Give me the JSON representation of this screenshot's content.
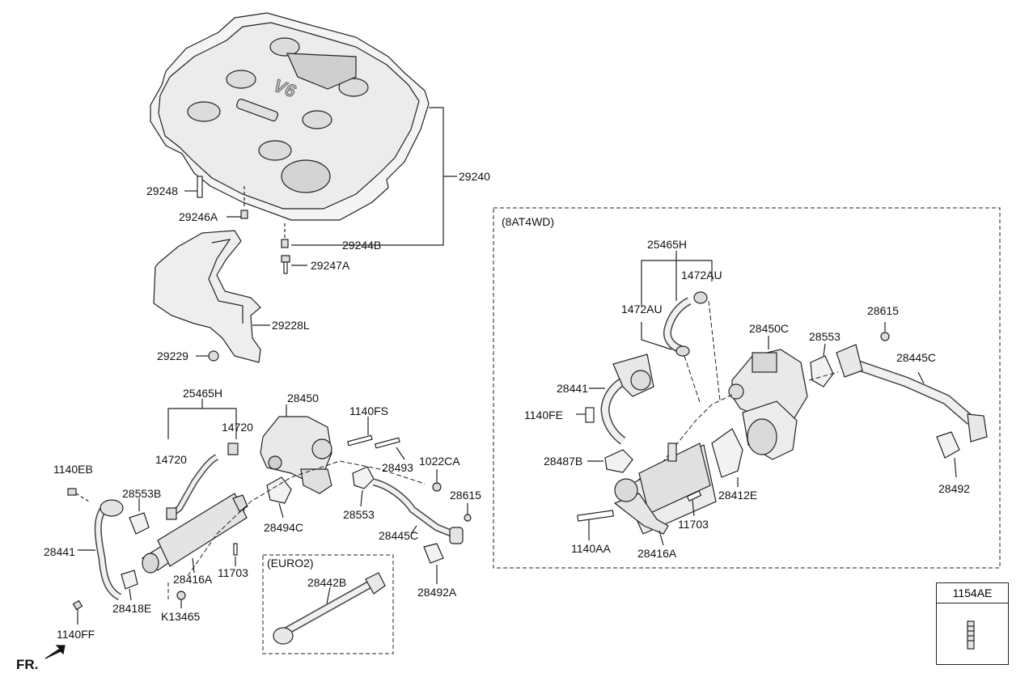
{
  "labels": {
    "p29240": "29240",
    "p29248": "29248",
    "p29246A": "29246A",
    "p29244B": "29244B",
    "p29247A": "29247A",
    "p29228L": "29228L",
    "p29229": "29229",
    "p25465H_left": "25465H",
    "p28450": "28450",
    "p1140FS": "1140FS",
    "p14720_a": "14720",
    "p14720_b": "14720",
    "p1140EB": "1140EB",
    "p28553B": "28553B",
    "p28493": "28493",
    "p1022CA": "1022CA",
    "p28615_left": "28615",
    "p28553_left": "28553",
    "p28494C": "28494C",
    "p28441_left": "28441",
    "p28445C_left": "28445C",
    "p28416A_left": "28416A",
    "p11703_left": "11703",
    "p28418E": "28418E",
    "p28492A": "28492A",
    "pK13465": "K13465",
    "p1140FF": "1140FF",
    "p28442B": "28442B",
    "p25465H_right": "25465H",
    "p1472AU_a": "1472AU",
    "p1472AU_b": "1472AU",
    "p28615_right": "28615",
    "p28450C": "28450C",
    "p28553_right": "28553",
    "p28445C_right": "28445C",
    "p28441_right": "28441",
    "p1140FE": "1140FE",
    "p28487B": "28487B",
    "p28412E": "28412E",
    "p28492": "28492",
    "p11703_right": "11703",
    "p1140AA": "1140AA",
    "p28416A_right": "28416A"
  },
  "boxes": {
    "euro2": "(EURO2)",
    "at4wd": "(8AT4WD)"
  },
  "front_marker": "FR.",
  "legend": {
    "header": "1154AE"
  }
}
